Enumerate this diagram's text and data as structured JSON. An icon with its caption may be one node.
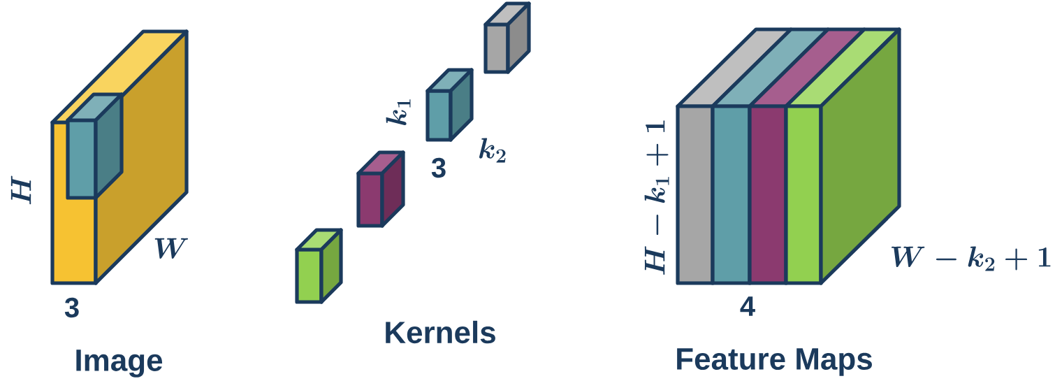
{
  "diagram": {
    "labels": [
      "H",
      "3",
      "W",
      "Image",
      "k_1",
      "3",
      "k_2",
      "Kernels",
      "H - k_1 + 1",
      "4",
      "W - k_2 + 1",
      "Feature Maps"
    ]
  }
}
